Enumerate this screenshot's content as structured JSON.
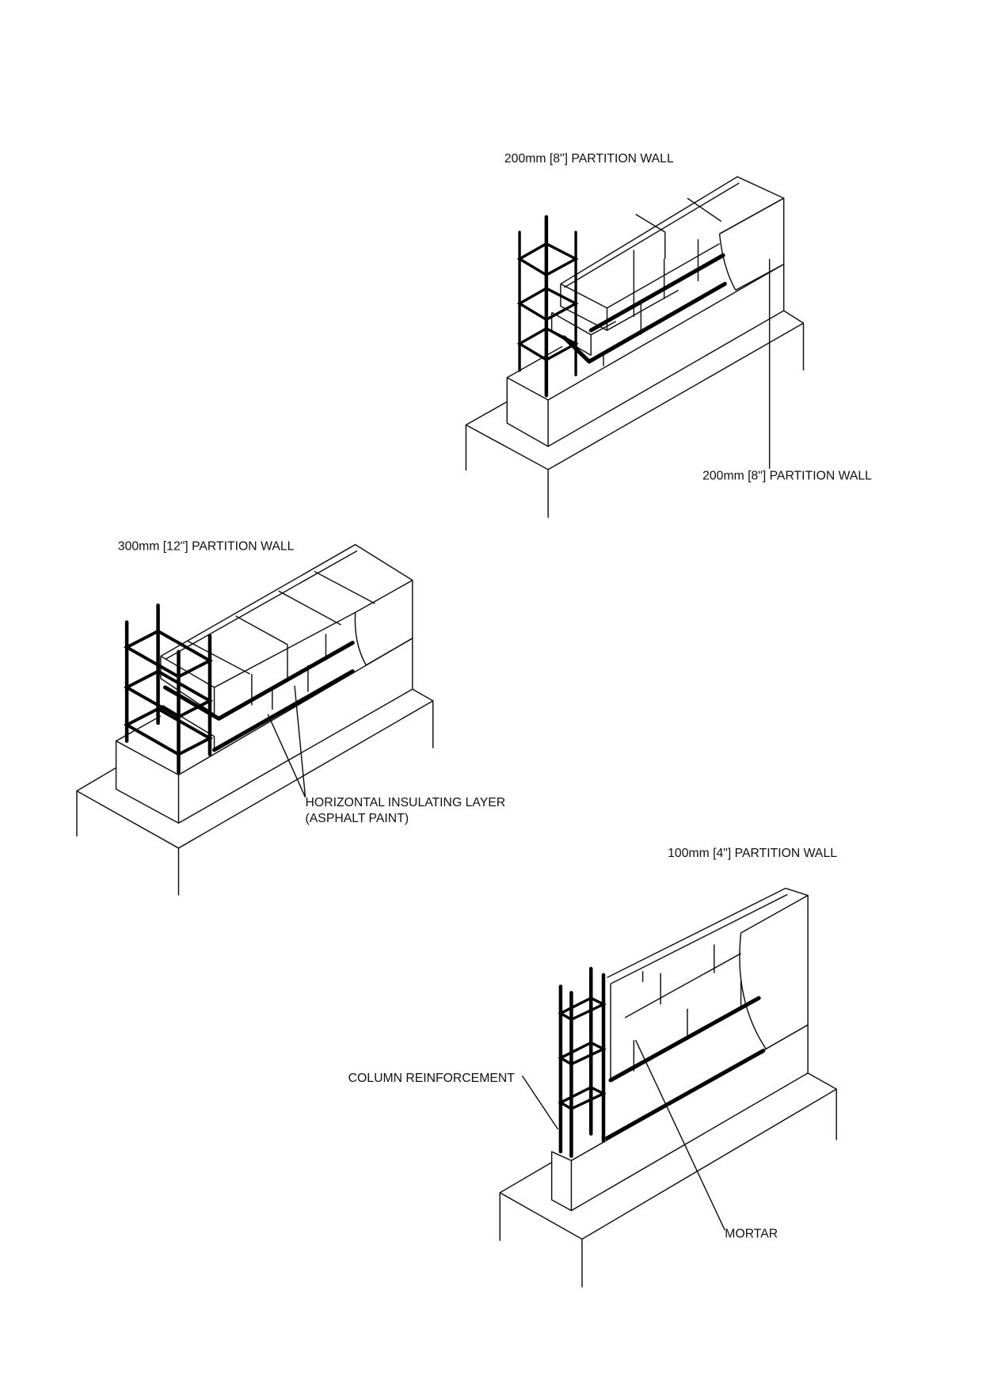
{
  "labels": {
    "wall_200_title": "200mm [8\"] PARTITION WALL",
    "wall_200_callout": "200mm [8\"] PARTITION WALL",
    "wall_300_title": "300mm [12\"] PARTITION WALL",
    "insulating_line1": "HORIZONTAL INSULATING LAYER",
    "insulating_line2": "(ASPHALT PAINT)",
    "wall_100_title": "100mm [4\"] PARTITION WALL",
    "column_reinforcement": "COLUMN REINFORCEMENT",
    "mortar": "MORTAR"
  }
}
